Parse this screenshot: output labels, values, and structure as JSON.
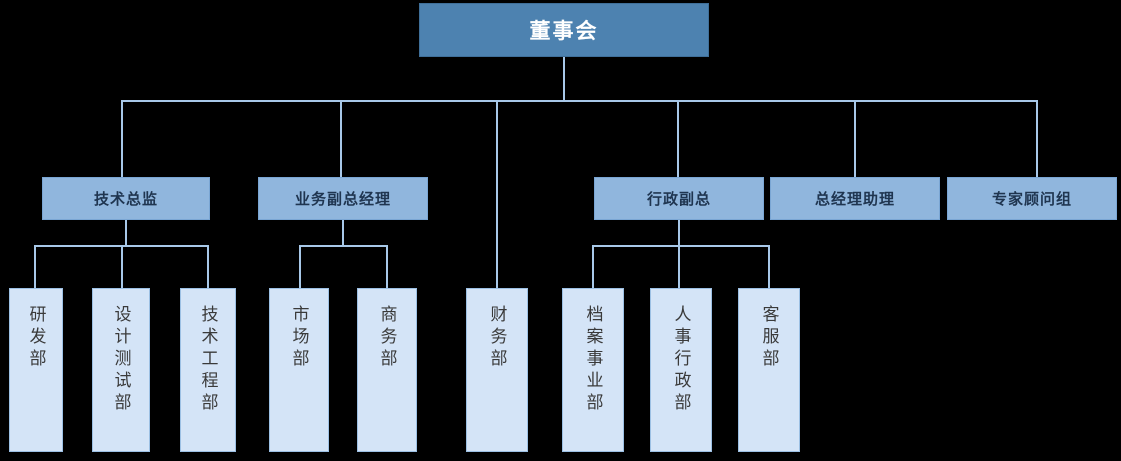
{
  "diagram": {
    "type": "organizational-chart",
    "title_node": "董事会",
    "colors": {
      "background": "#000000",
      "root_fill": "#4d82b0",
      "root_text": "#ffffff",
      "level2_fill": "#90b6dd",
      "level2_text": "#1f3550",
      "leaf_fill": "#d4e4f7",
      "leaf_text": "#3a3a3a",
      "connector": "#a8c8e8"
    },
    "nodes": {
      "root": {
        "label": "董事会"
      },
      "level2": [
        {
          "id": "tech-director",
          "label": "技术总监"
        },
        {
          "id": "business-vp",
          "label": "业务副总经理"
        },
        {
          "id": "admin-vp",
          "label": "行政副总"
        },
        {
          "id": "gm-assistant",
          "label": "总经理助理"
        },
        {
          "id": "expert-group",
          "label": "专家顾问组"
        }
      ],
      "leaves": [
        {
          "id": "rd-dept",
          "label": "研发部",
          "parent": "tech-director"
        },
        {
          "id": "design-test-dept",
          "label": "设计测试部",
          "parent": "tech-director"
        },
        {
          "id": "tech-eng-dept",
          "label": "技术工程部",
          "parent": "tech-director"
        },
        {
          "id": "market-dept",
          "label": "市场部",
          "parent": "business-vp"
        },
        {
          "id": "commerce-dept",
          "label": "商务部",
          "parent": "business-vp"
        },
        {
          "id": "finance-dept",
          "label": "财务部",
          "parent": "root"
        },
        {
          "id": "archive-dept",
          "label": "档案事业部",
          "parent": "admin-vp"
        },
        {
          "id": "hr-admin-dept",
          "label": "人事行政部",
          "parent": "admin-vp"
        },
        {
          "id": "customer-service-dept",
          "label": "客服部",
          "parent": "admin-vp"
        }
      ]
    }
  }
}
